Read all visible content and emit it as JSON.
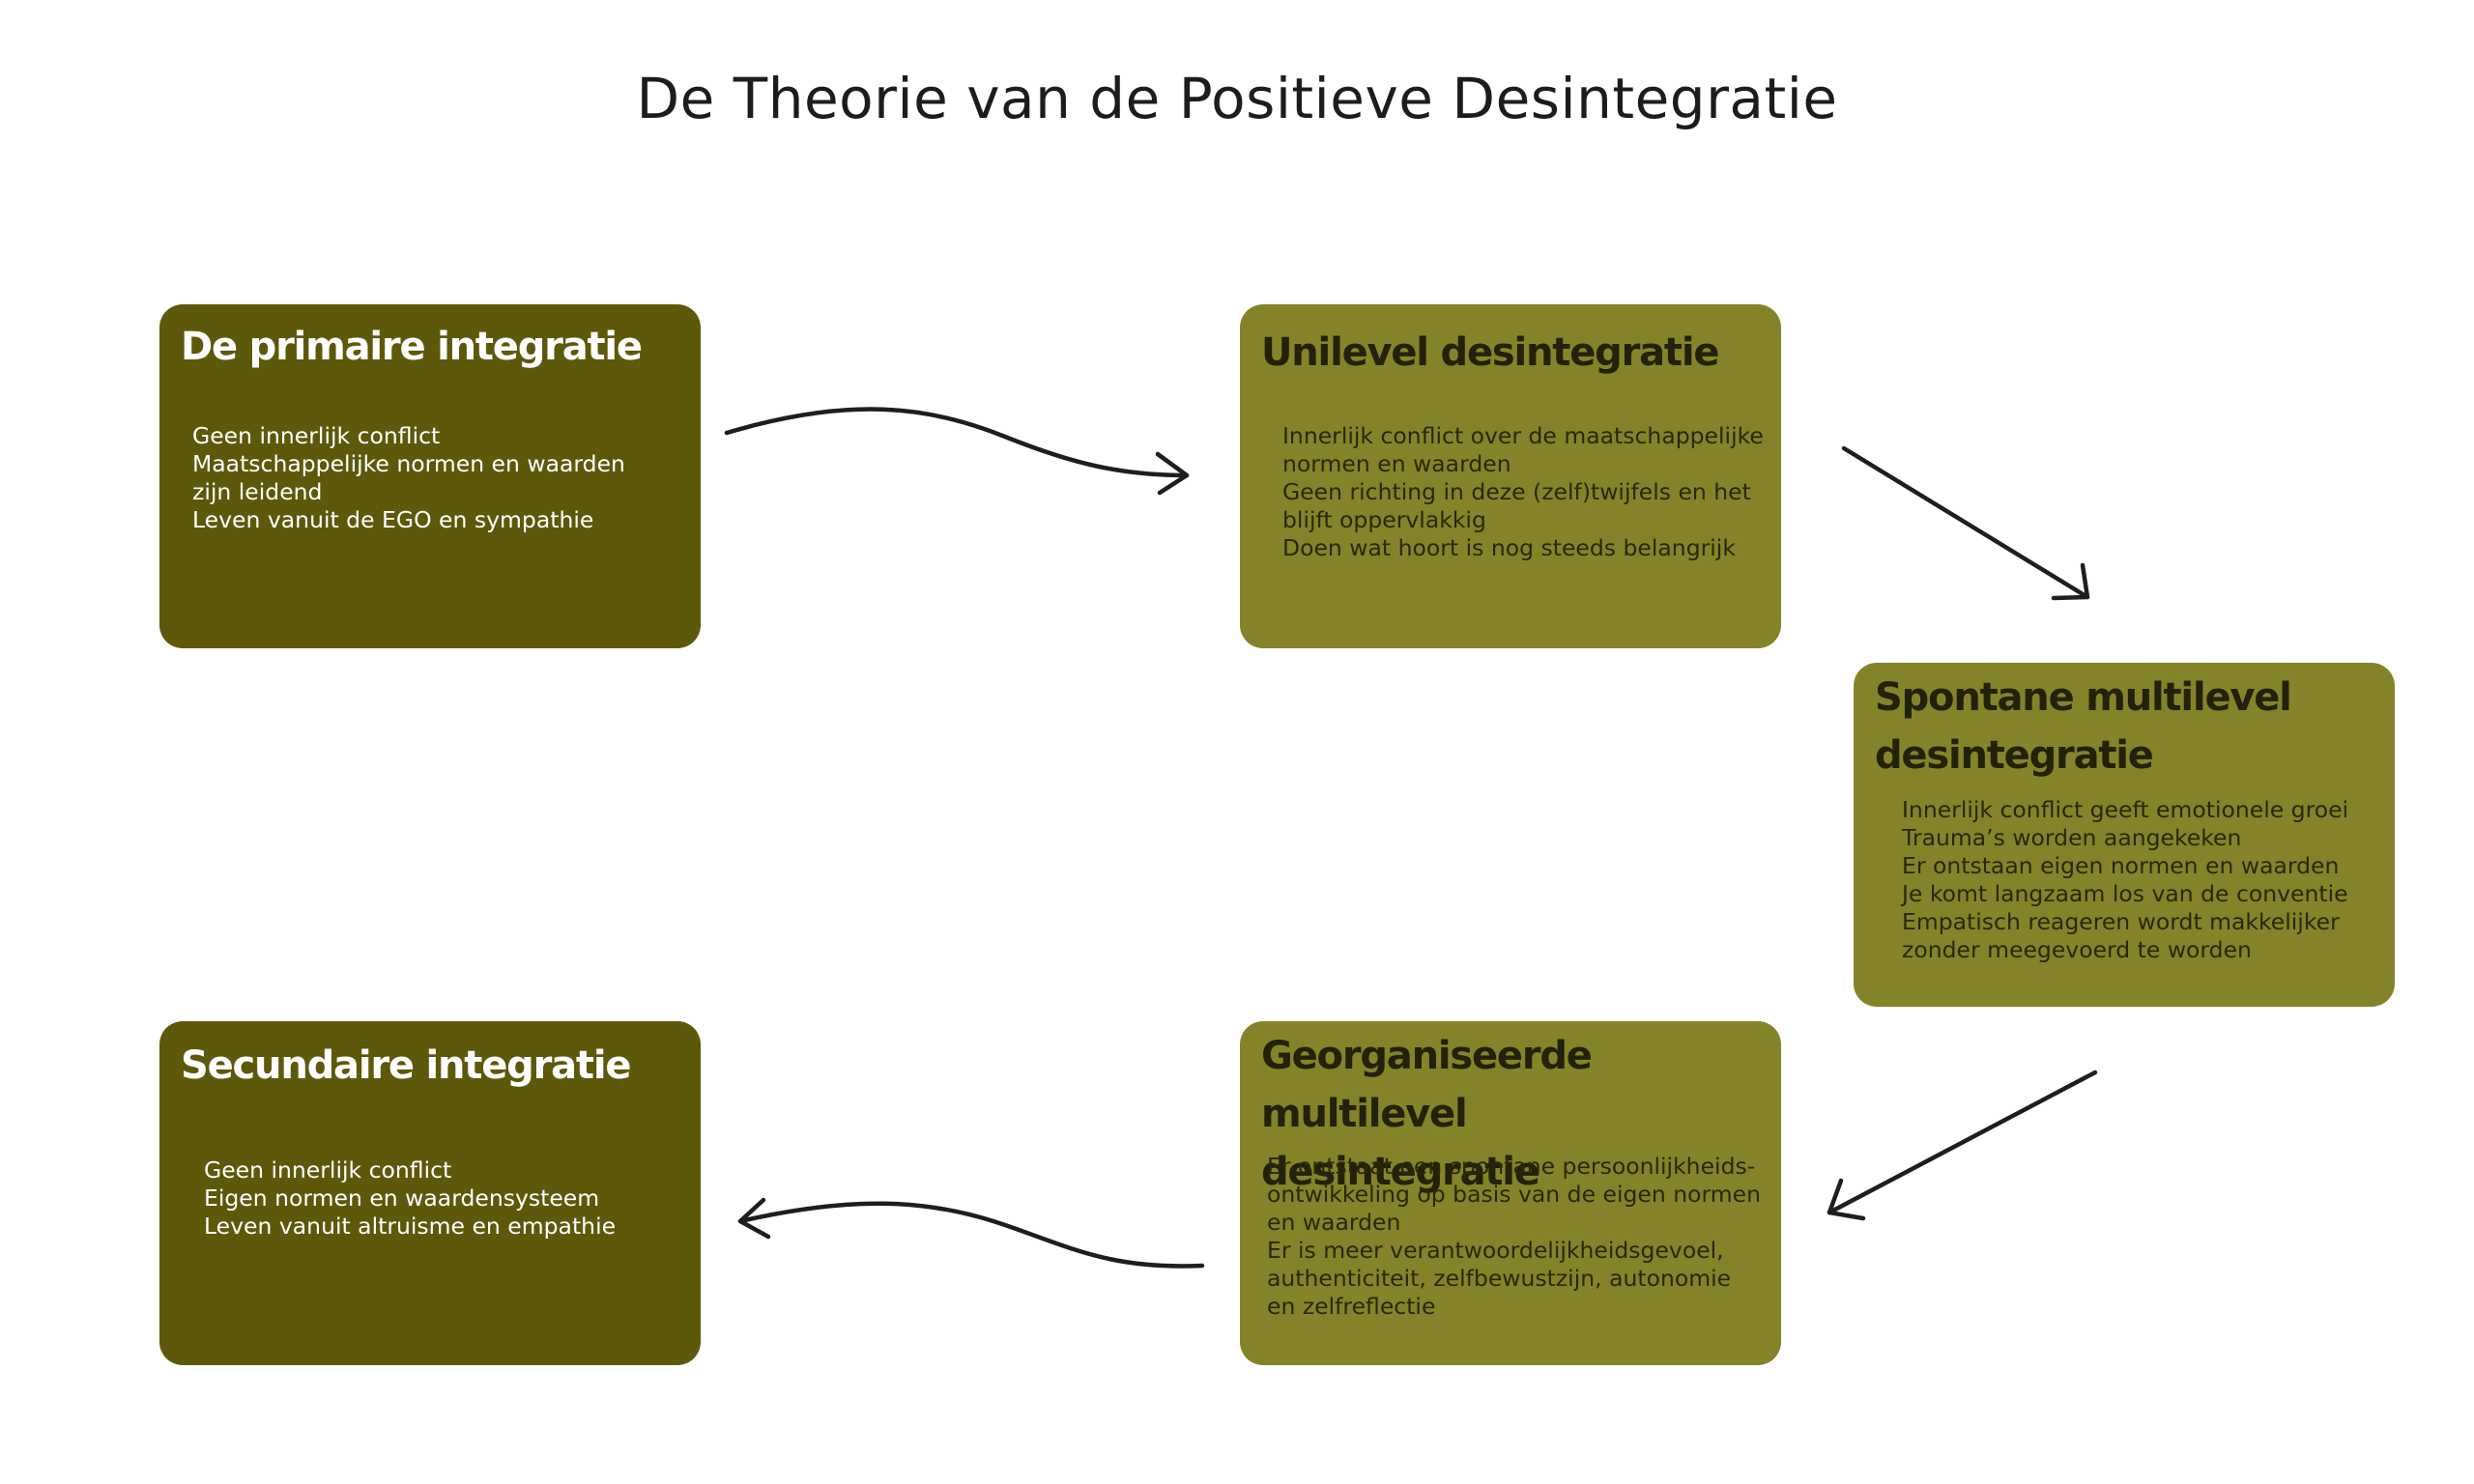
{
  "title": "De Theorie van de Positieve Desintegratie",
  "colors": {
    "dark_box": "#5e580b",
    "light_box": "#848329",
    "arrow": "#1e1e1e"
  },
  "boxes": {
    "primary": {
      "title": "De primaire integratie",
      "lines": [
        "Geen innerlijk conflict",
        "Maatschappelijke normen en waarden",
        "zijn leidend",
        "Leven vanuit de EGO en sympathie"
      ]
    },
    "unilevel": {
      "title": "Unilevel desintegratie",
      "lines": [
        "Innerlijk conflict over de maatschappelijke",
        "normen en waarden",
        "Geen richting in deze (zelf)twijfels en het",
        "blijft oppervlakkig",
        "Doen wat hoort is nog steeds belangrijk"
      ]
    },
    "spontaneous": {
      "title_line1": "Spontane multilevel",
      "title_line2": "desintegratie",
      "lines": [
        "Innerlijk conflict geeft emotionele groei",
        "Trauma’s worden aangekeken",
        "Er ontstaan eigen normen en waarden",
        "Je komt langzaam los van de conventie",
        "Empatisch reageren wordt makkelijker",
        "zonder meegevoerd te worden"
      ]
    },
    "organized": {
      "title_line1": "Georganiseerde multilevel",
      "title_line2": "desintegratie",
      "lines": [
        "Er ontstaat een spontane persoonlijkheids-",
        "ontwikkeling op basis van de eigen normen",
        "en waarden",
        "Er is meer verantwoordelijkheidsgevoel,",
        "authenticiteit, zelfbewustzijn, autonomie",
        "en zelfreflectie"
      ]
    },
    "secondary": {
      "title": "Secundaire integratie",
      "lines": [
        "Geen innerlijk conflict",
        "Eigen normen en waardensysteem",
        "Leven vanuit altruisme en empathie"
      ]
    }
  }
}
